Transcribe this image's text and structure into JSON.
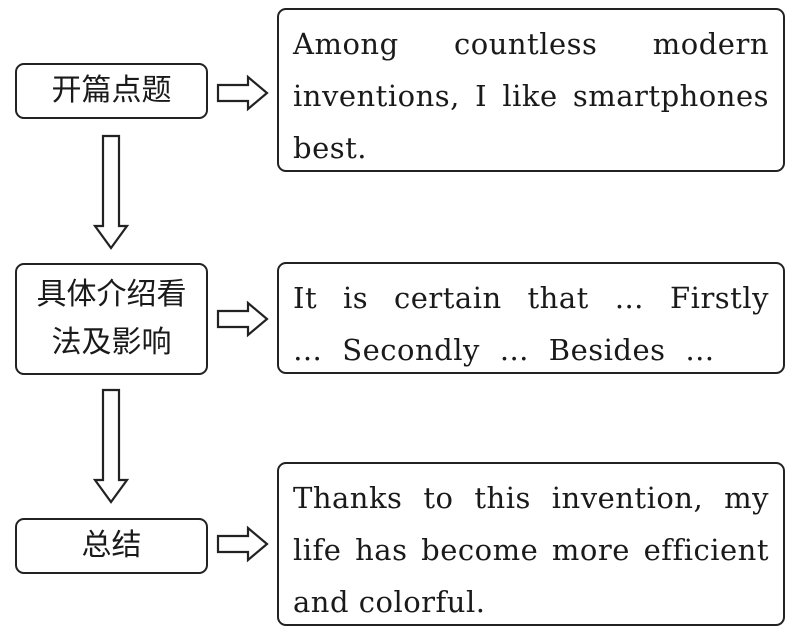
{
  "stages": [
    {
      "label": "开篇点题"
    },
    {
      "label": "具体介绍看法及影响"
    },
    {
      "label": "总结"
    }
  ],
  "contents": [
    {
      "text": "Among countless modern inventions, I like smartphones best."
    },
    {
      "text": "It is certain that … Firstly … Secondly … Besides …"
    },
    {
      "text": "Thanks to this invention, my life has become more efficient and colorful."
    }
  ]
}
